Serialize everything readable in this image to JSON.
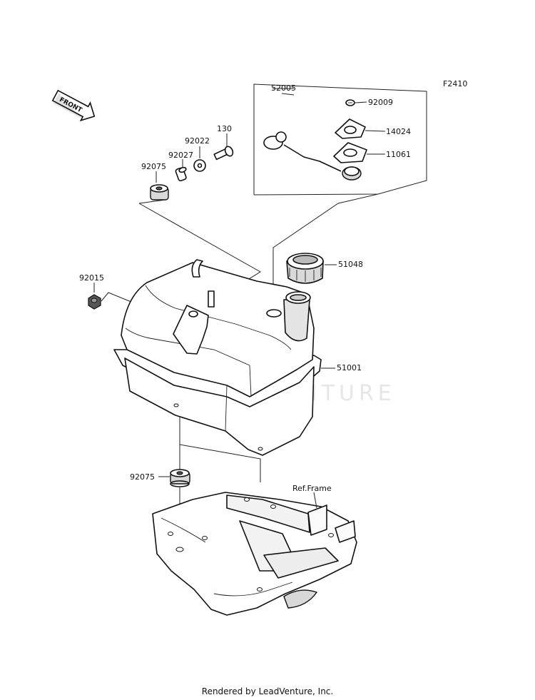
{
  "figure_code": "F2410",
  "front_label": "FRONT",
  "watermark": "LEADVENTURE",
  "labels": {
    "p52005": "52005",
    "p92009": "92009",
    "p14024": "14024",
    "p11061": "11061",
    "p130": "130",
    "p92022": "92022",
    "p92027": "92027",
    "p92075_top": "92075",
    "p51048": "51048",
    "p92015": "92015",
    "p51001": "51001",
    "p92075_bottom": "92075",
    "ref_frame": "Ref.Frame"
  },
  "footer": "Rendered by LeadVenture, Inc."
}
